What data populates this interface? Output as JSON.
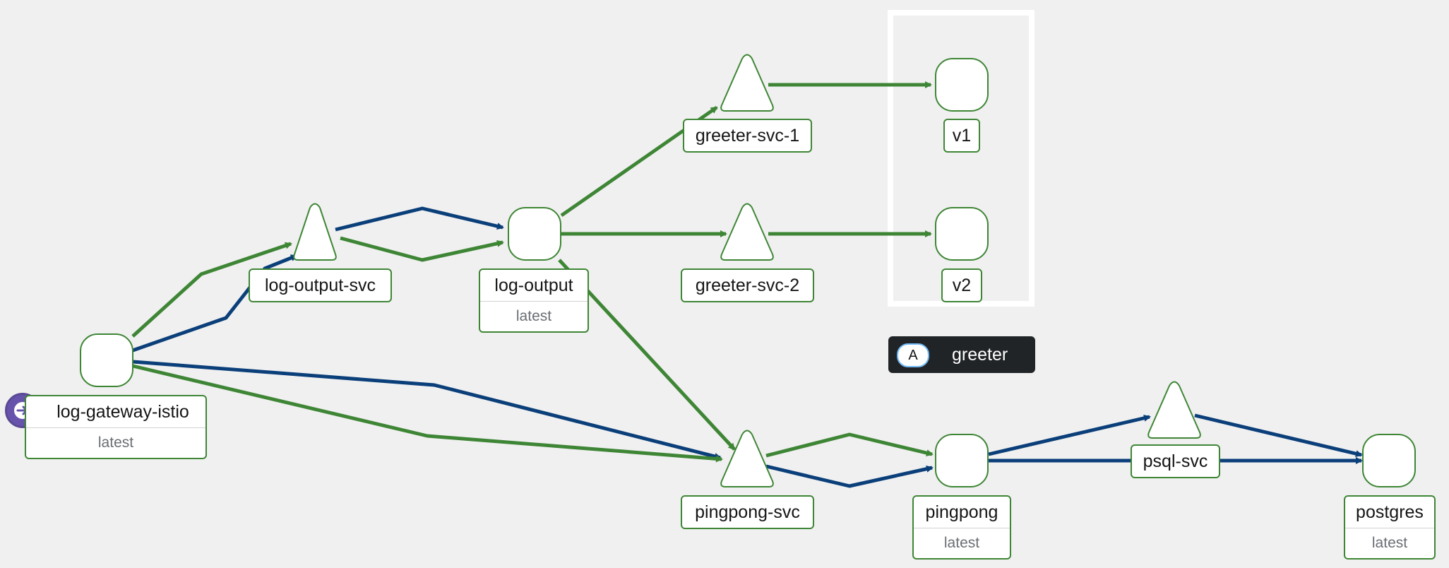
{
  "colors": {
    "background": "#f0f0f0",
    "green_edge": "#3e8635",
    "blue_edge": "#0b3f7a",
    "node_fill": "#ffffff",
    "box_border": "#ffffff",
    "badge_bg": "#212427",
    "ingress_purple": "#6753ac"
  },
  "nodes": {
    "log_gateway": {
      "name": "log-gateway-istio",
      "version": "latest"
    },
    "log_output_svc": {
      "name": "log-output-svc"
    },
    "log_output": {
      "name": "log-output",
      "version": "latest"
    },
    "greeter_svc_1": {
      "name": "greeter-svc-1"
    },
    "greeter_svc_2": {
      "name": "greeter-svc-2"
    },
    "v1": {
      "name": "v1"
    },
    "v2": {
      "name": "v2"
    },
    "pingpong_svc": {
      "name": "pingpong-svc"
    },
    "pingpong": {
      "name": "pingpong",
      "version": "latest"
    },
    "psql_svc": {
      "name": "psql-svc"
    },
    "postgres": {
      "name": "postgres",
      "version": "latest"
    }
  },
  "app_box": {
    "badge_letter": "A",
    "label": "greeter"
  },
  "icons": {
    "ingress": "arrow-right-circle-icon"
  }
}
